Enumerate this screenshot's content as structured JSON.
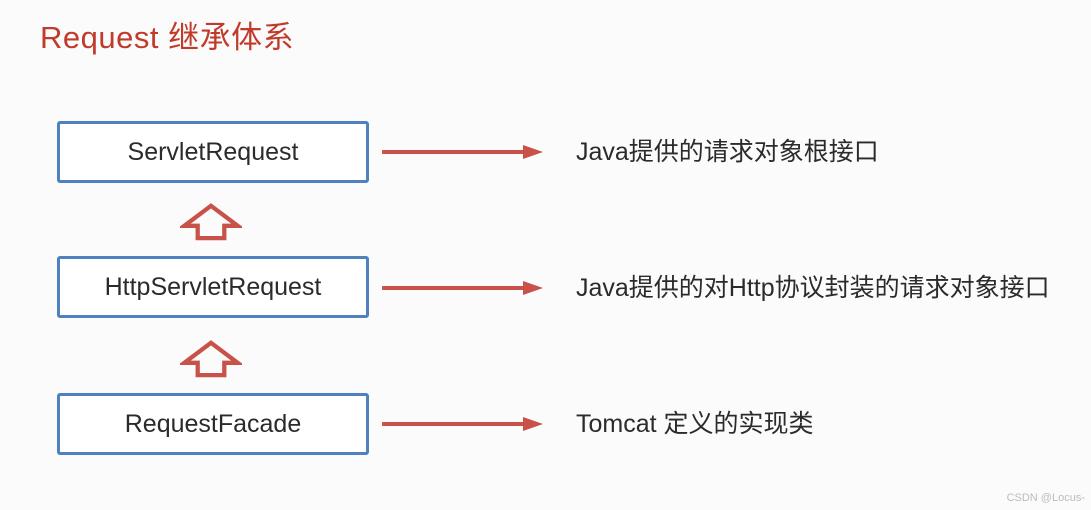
{
  "title": "Request 继承体系",
  "colors": {
    "title": "#c13b2b",
    "arrow": "#c8524a",
    "box_border": "#4e81bd",
    "text": "#2b2b2b",
    "watermark": "#bcbcbc"
  },
  "icons": {
    "up_arrow": "hollow-up-arrow (inheritance, points to parent)",
    "right_arrow": "right-arrow (points to description)"
  },
  "diagram": {
    "rows": [
      {
        "label": "ServletRequest",
        "description": "Java提供的请求对象根接口"
      },
      {
        "label": "HttpServletRequest",
        "description": "Java提供的对Http协议封装的请求对象接口"
      },
      {
        "label": "RequestFacade",
        "description": "Tomcat 定义的实现类"
      }
    ]
  },
  "watermark": "CSDN @Locus-"
}
